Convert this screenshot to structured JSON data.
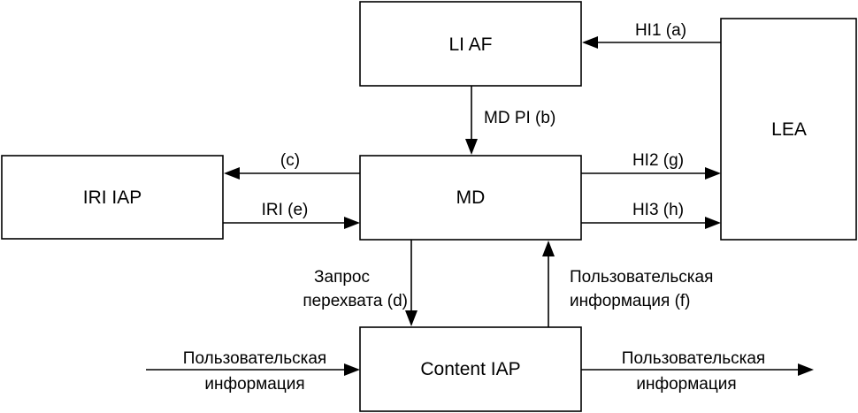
{
  "nodes": {
    "li_af": "LI AF",
    "lea": "LEA",
    "iri_iap": "IRI IAP",
    "md": "MD",
    "content_iap": "Content IAP"
  },
  "edges": {
    "hi1": "HI1 (a)",
    "md_pi": "MD PI (b)",
    "c": "(c)",
    "iri": "IRI (e)",
    "hi2": "HI2 (g)",
    "hi3": "HI3 (h)",
    "request_line1": "Запрос",
    "request_line2": "перехвата (d)",
    "userinfo_f_line1": "Пользовательская",
    "userinfo_f_line2": "информация (f)",
    "userinfo_in_line1": "Пользовательская",
    "userinfo_in_line2": "информация",
    "userinfo_out_line1": "Пользовательская",
    "userinfo_out_line2": "информация"
  }
}
